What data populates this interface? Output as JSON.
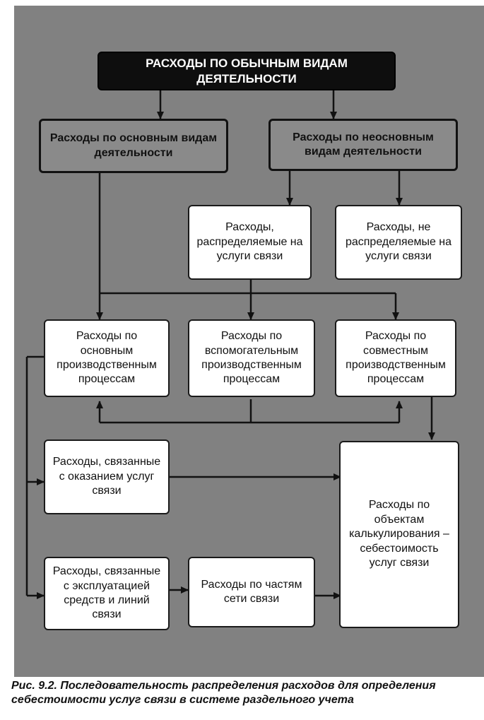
{
  "diagram": {
    "root": "РАСХОДЫ ПО ОБЫЧНЫМ ВИДАМ ДЕЯТЕЛЬНОСТИ",
    "main_activities": "Расходы по основным видам деятельности",
    "non_main_activities": "Расходы по неосновным видам деятельности",
    "distributed": "Расходы, распределяемые на услуги связи",
    "not_distributed": "Расходы, не распределяемые на услуги связи",
    "main_processes": "Расходы по основным производственным процессам",
    "aux_processes": "Расходы по вспомогательным производственным процессам",
    "joint_processes": "Расходы по совместным производственным процессам",
    "service_provision": "Расходы, связанные с оказанием услуг связи",
    "exploitation": "Расходы, связанные с эксплуатацией средств и линий связи",
    "network_parts": "Расходы по частям сети связи",
    "costing_objects": "Расходы по объектам калькулирования – себестоимость услуг связи"
  },
  "caption": "Рис. 9.2. Последовательность распределения расходов для определения себестоимости услуг связи в системе раздельного учета",
  "colors": {
    "panel": "#818181",
    "box": "#ffffff",
    "dark_box": "#8a8a8a",
    "root_box": "#0e0e0e",
    "line": "#111111"
  }
}
